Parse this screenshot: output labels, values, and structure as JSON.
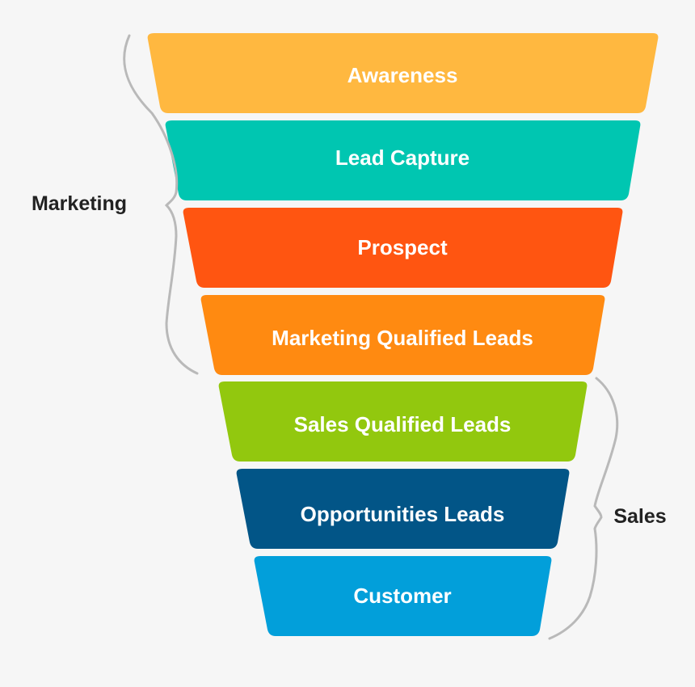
{
  "funnel": {
    "stages": [
      {
        "label": "Awareness",
        "color": "#FFB840"
      },
      {
        "label": "Lead Capture",
        "color": "#00C6B1"
      },
      {
        "label": "Prospect",
        "color": "#FF5511"
      },
      {
        "label": "Marketing Qualified Leads",
        "color": "#FF8A11"
      },
      {
        "label": "Sales Qualified Leads",
        "color": "#92C80E"
      },
      {
        "label": "Opportunities Leads",
        "color": "#025587"
      },
      {
        "label": "Customer",
        "color": "#029FDA"
      }
    ]
  },
  "groups": {
    "marketing": {
      "label": "Marketing"
    },
    "sales": {
      "label": "Sales"
    }
  },
  "colors": {
    "background": "#F6F6F6",
    "brace": "#B9B9B9",
    "group_text": "#222222",
    "stage_text": "#FFFFFF"
  }
}
